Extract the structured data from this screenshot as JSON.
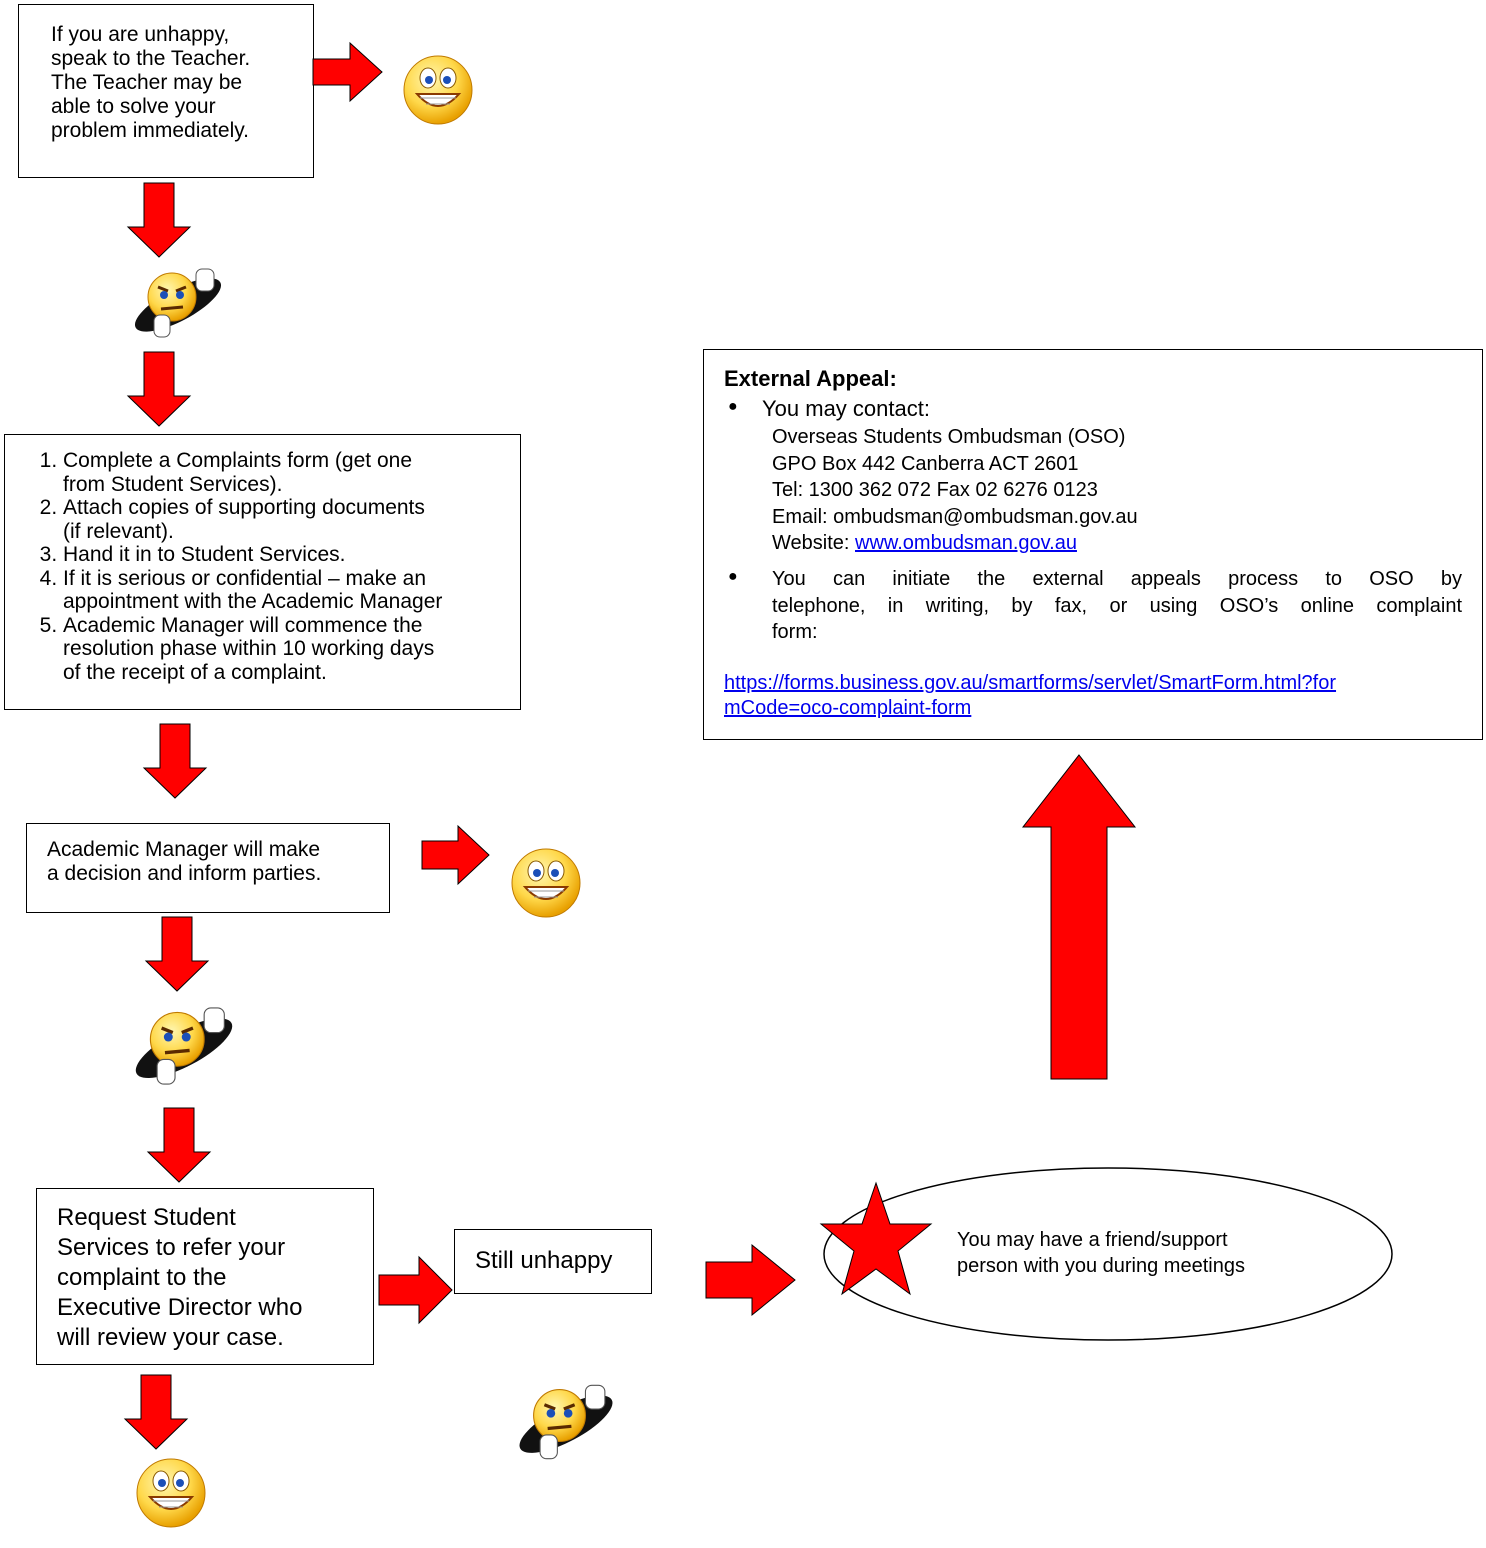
{
  "box_teacher": {
    "lines": [
      "If you are unhappy,",
      "speak to the Teacher.",
      "The Teacher may be",
      "able to solve your",
      "problem immediately."
    ]
  },
  "box_steps": {
    "items": [
      [
        "Complete a Complaints form (get one",
        "from Student Services)."
      ],
      [
        "Attach copies of supporting documents",
        "(if relevant)."
      ],
      [
        "Hand it in to Student Services."
      ],
      [
        "If it is serious or confidential – make an",
        "appointment with the Academic Manager"
      ],
      [
        "Academic Manager will commence the",
        "resolution phase within 10 working days",
        "of the receipt of a complaint."
      ]
    ]
  },
  "box_decision": {
    "lines": [
      "Academic Manager will make",
      "a decision and inform parties."
    ]
  },
  "box_refer": {
    "lines": [
      "Request Student",
      "Services to refer your",
      "complaint to the",
      "Executive Director who",
      "will review your case."
    ]
  },
  "box_still": {
    "text": "Still unhappy"
  },
  "ellipse_support": {
    "lines": [
      "You may have a friend/support",
      "person with you during meetings"
    ]
  },
  "external_appeal": {
    "title": "External Appeal:",
    "bullet1": "You may contact:",
    "contact_lines": [
      "Overseas Students Ombudsman (OSO)",
      "GPO Box 442 Canberra ACT 2601",
      "Tel: 1300 362 072 Fax 02 6276 0123",
      "Email: ombudsman@ombudsman.gov.au"
    ],
    "website_label": "Website: ",
    "website_link": "www.ombudsman.gov.au",
    "bullet2_lines": [
      "You can initiate the external appeals process to OSO by",
      "telephone, in writing, by fax, or using OSO’s online complaint",
      "form:"
    ],
    "form_link_lines": [
      "https://forms.business.gov.au/smartforms/servlet/SmartForm.html?for",
      "mCode=oco-complaint-form"
    ]
  },
  "colors": {
    "arrow_red": "#ff0000",
    "face_yellow": "#ffd84a",
    "link_blue": "#0000ee"
  },
  "icons": {
    "happy": "happy-smiley-icon",
    "unhappy": "thumbs-down-angry-smiley-icon",
    "star": "red-star-icon"
  }
}
